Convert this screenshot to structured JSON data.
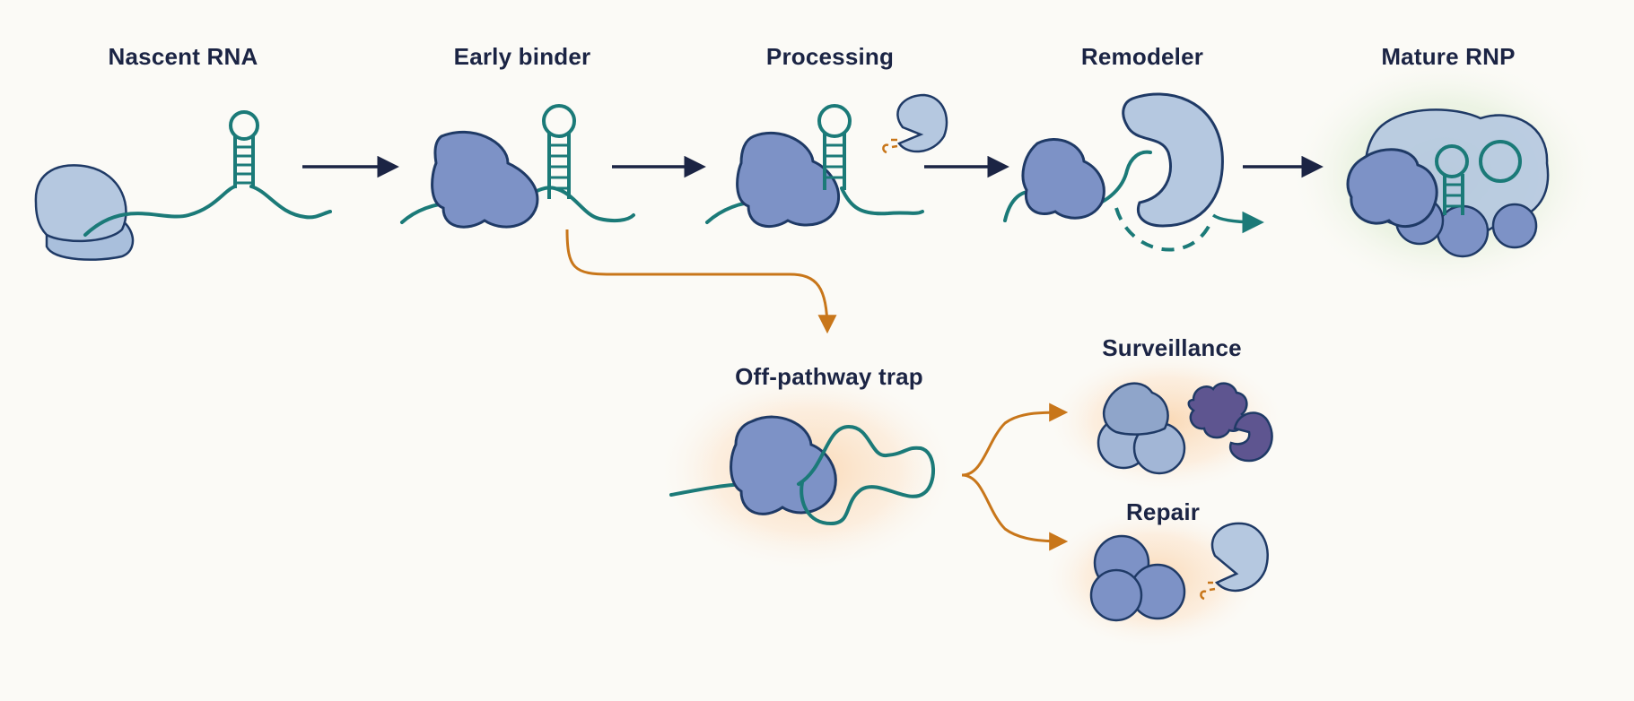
{
  "stages": {
    "nascent_rna": "Nascent RNA",
    "early_binder": "Early binder",
    "processing": "Processing",
    "remodeler": "Remodeler",
    "mature_rnp": "Mature RNP"
  },
  "branch": {
    "off_pathway": "Off-pathway trap",
    "surveillance": "Surveillance",
    "repair": "Repair"
  },
  "colors": {
    "protein_light": "#b5c8e0",
    "protein_mid": "#7d92c6",
    "protein_dark": "#5e5590",
    "outline": "#1f3a66",
    "rna": "#1b7a78",
    "main_arrow": "#1b2444",
    "branch_arrow": "#c8761a",
    "glow_green": "#d9ead0",
    "glow_orange": "#fbe0c4"
  }
}
